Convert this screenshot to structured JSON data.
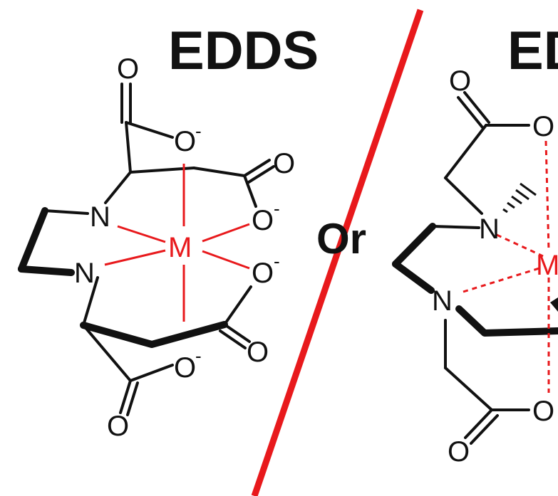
{
  "titles": {
    "left": "EDDS",
    "right": "ED"
  },
  "separator": {
    "label": "Or",
    "color": "#e8191c"
  },
  "atoms": {
    "oxygen": "O",
    "nitrogen": "N",
    "metal": "M",
    "charge": "-"
  },
  "colors": {
    "bond": "#111111",
    "metal": "#e8191c",
    "coordination": "#e8191c"
  }
}
